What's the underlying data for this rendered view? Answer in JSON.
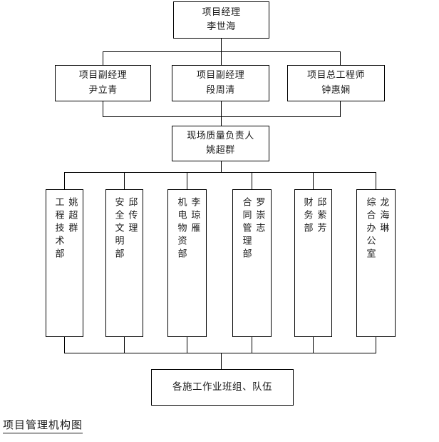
{
  "chart_title": "项目管理机构图",
  "caption": "项目管理机构图",
  "colors": {
    "box_border": "#000000",
    "connector": "#000000",
    "text": "#1a1a1a",
    "background": "#ffffff"
  },
  "nodes": {
    "top": {
      "title": "项目经理",
      "person": "李世海"
    },
    "level2": [
      {
        "title": "项目副经理",
        "person": "尹立青"
      },
      {
        "title": "项目副经理",
        "person": "段周清"
      },
      {
        "title": "项目总工程师",
        "person": "钟惠娴"
      }
    ],
    "level3": {
      "title": "现场质量负责人",
      "person": "姚超群"
    },
    "departments": [
      {
        "title": "工程技术部",
        "person": "姚超群"
      },
      {
        "title": "安全文明部",
        "person": "邱传理"
      },
      {
        "title": "机电物资部",
        "person": "李琼雁"
      },
      {
        "title": "合同管理部",
        "person": "罗崇志"
      },
      {
        "title": "财务部",
        "person": "邱萦芳"
      },
      {
        "title": "综合办公室",
        "person": "龙海琳"
      }
    ],
    "bottom": {
      "label": "各施工作业班组、队伍"
    }
  }
}
